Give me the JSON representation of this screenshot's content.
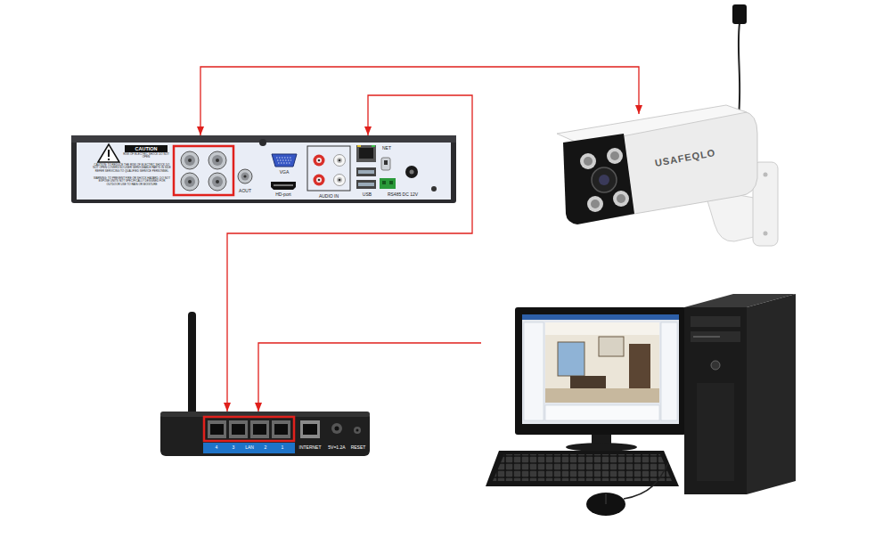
{
  "diagram": {
    "nodes": [
      {
        "text": [
          "CAUTION",
          "RISK OF ELECTRIC SHOCK DO NOT OPEN",
          "CAUTION: TO REDUCE THE RISK OF ELECTRIC SHOCK DO NOT OPEN COVERS NO USER SERVICEABLE PARTS IN SIDE REFER SERVICING TO QUALIFIED SERVICE PERSONNEL",
          "WARNING: TO PREVENT FIRE OR SHOCK HAZARD, DO NOT EXPOSE UNITS NOT SPECIFICALLY DESIGNED FOR OUTDOOR USE TO RAIN OR MOISTURE",
          "AOUT",
          "VGA",
          "HD-port",
          "AUDIO IN",
          "USB",
          "NET",
          "RS485 DC 12V"
        ]
      },
      {
        "text": [
          "USAFEQLO"
        ]
      },
      {
        "text": [
          "4",
          "3",
          "LAN",
          "2",
          "1",
          "INTERNET",
          "5V=1.2A",
          "RESET"
        ]
      },
      {
        "text": []
      }
    ],
    "edges": [
      {
        "from": 1,
        "to": 0,
        "arrow": "both"
      },
      {
        "from": 0,
        "to": 2,
        "arrow": "both"
      },
      {
        "from": 3,
        "to": 2,
        "arrow": "to"
      }
    ]
  }
}
